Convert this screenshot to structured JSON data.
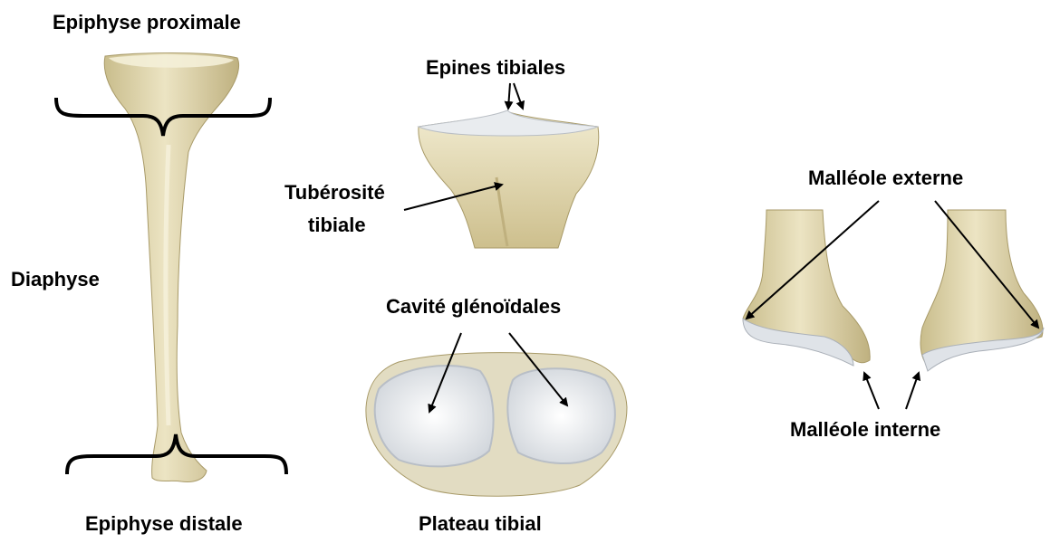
{
  "labels": {
    "epiphyse_proximale": "Epiphyse proximale",
    "diaphyse": "Diaphyse",
    "epiphyse_distale": "Epiphyse distale",
    "epines_tibiales": "Epines tibiales",
    "tuberosite_line1": "Tubérosité",
    "tuberosite_line2": "tibiale",
    "cavite_glenoidales": "Cavité glénoïdales",
    "plateau_tibial": "Plateau tibial",
    "malleole_externe": "Malléole externe",
    "malleole_interne": "Malléole interne"
  },
  "colors": {
    "bone": "#e3dab5",
    "bone_shadow": "#b8ab7c",
    "cartilage": "#eef0f2",
    "ink": "#000000"
  }
}
